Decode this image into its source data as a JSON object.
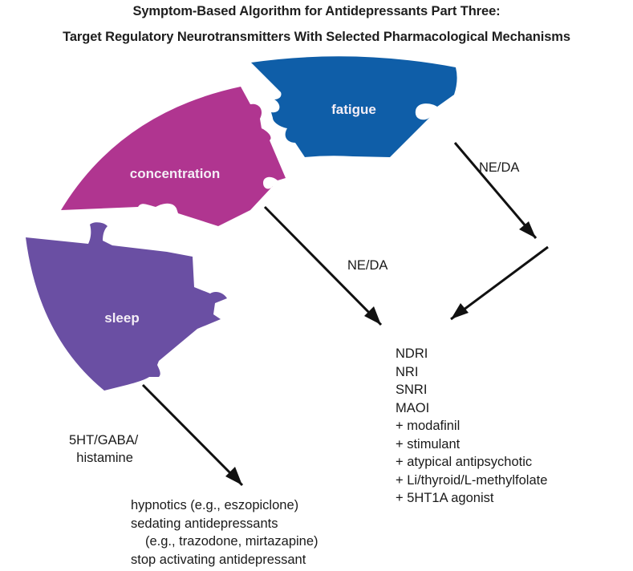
{
  "title": {
    "line1": "Symptom-Based Algorithm for Antidepressants Part Three:",
    "line2": "Target Regulatory Neurotransmitters With Selected Pharmacological Mechanisms"
  },
  "pieces": [
    {
      "label": "fatigue",
      "color": "#0f5ea8"
    },
    {
      "label": "concentration",
      "color": "#b03590"
    },
    {
      "label": "sleep",
      "color": "#6a4fa3"
    }
  ],
  "arrows": [
    {
      "from": "fatigue",
      "label": "NE/DA"
    },
    {
      "from": "concentration",
      "label": "NE/DA"
    },
    {
      "from": "sleep",
      "label_lines": [
        "5HT/GABA/",
        "histamine"
      ]
    }
  ],
  "treatments_fatigue_concentration": [
    "NDRI",
    "NRI",
    "SNRI",
    "MAOI",
    "+ modafinil",
    "+ stimulant",
    "+ atypical antipsychotic",
    "+ Li/thyroid/L-methylfolate",
    "+ 5HT1A agonist"
  ],
  "treatments_sleep": [
    {
      "text": "hypnotics (e.g., eszopiclone)",
      "indent": false
    },
    {
      "text": "sedating antidepressants",
      "indent": false
    },
    {
      "text": "(e.g., trazodone, mirtazapine)",
      "indent": true
    },
    {
      "text": "stop activating antidepressant",
      "indent": false
    }
  ]
}
